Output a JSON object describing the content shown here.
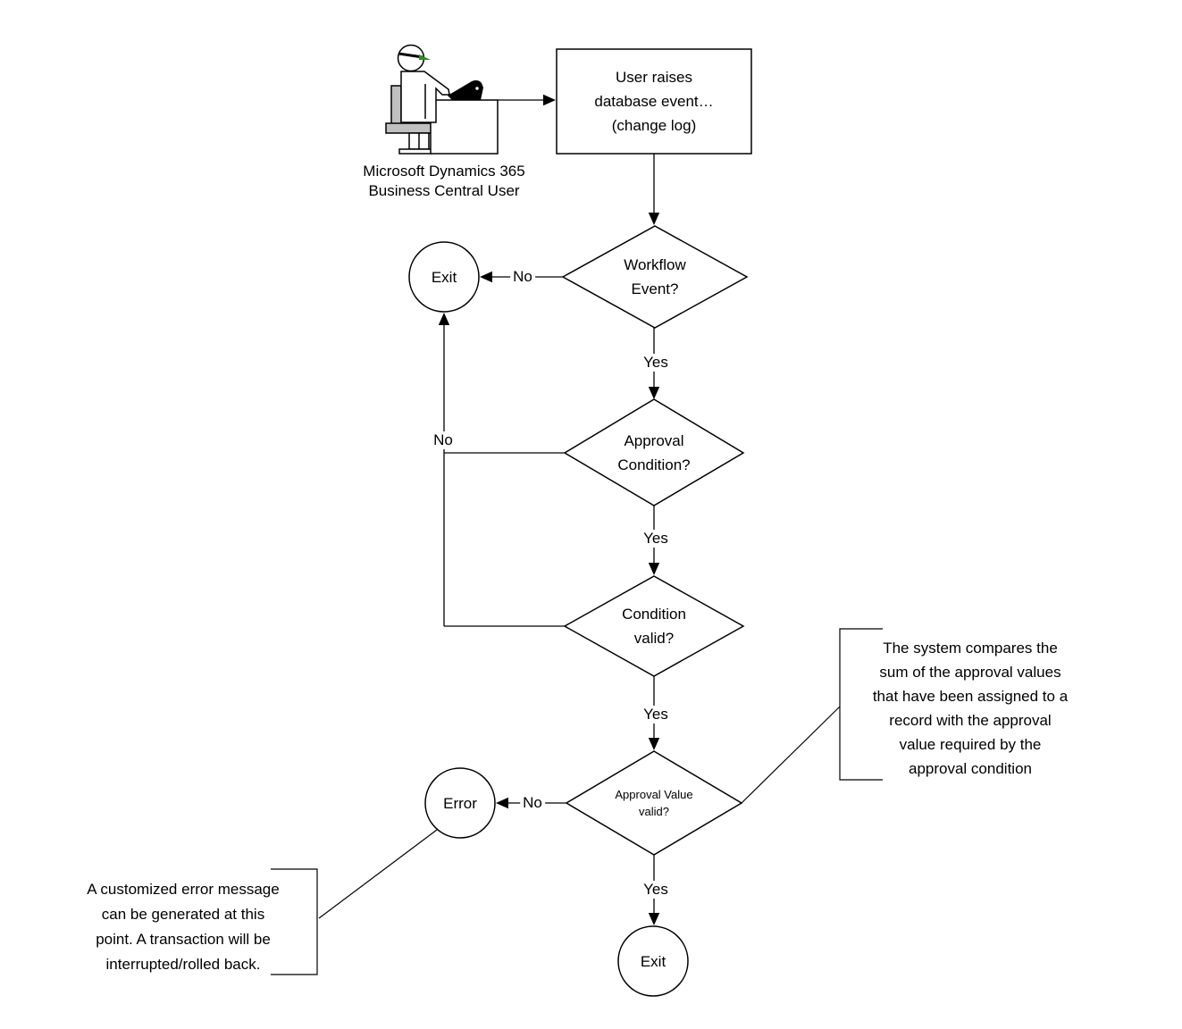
{
  "diagram": {
    "actor": {
      "caption": [
        "Microsoft Dynamics 365",
        "Business Central User"
      ]
    },
    "nodes": {
      "start": {
        "lines": [
          "User raises",
          "database event…",
          "(change log)"
        ]
      },
      "workflow_event": {
        "lines": [
          "Workflow",
          "Event?"
        ]
      },
      "approval_condition": {
        "lines": [
          "Approval",
          "Condition?"
        ]
      },
      "condition_valid": {
        "lines": [
          "Condition",
          "valid?"
        ]
      },
      "approval_value_valid": {
        "lines": [
          "Approval Value",
          "valid?"
        ]
      },
      "exit_top": {
        "label": "Exit"
      },
      "error": {
        "label": "Error"
      },
      "exit_bottom": {
        "label": "Exit"
      }
    },
    "edges": {
      "workflow_no": "No",
      "workflow_yes": "Yes",
      "approval_no": "No",
      "approval_yes": "Yes",
      "condition_yes": "Yes",
      "value_no": "No",
      "value_yes": "Yes"
    },
    "notes": {
      "right": {
        "lines": [
          "The system compares the",
          "sum of the approval values",
          "that have been assigned to a",
          "record with the approval",
          "value required by the",
          "approval condition"
        ]
      },
      "left": {
        "lines": [
          "A customized error message",
          "can be generated at this",
          "point. A transaction will be",
          "interrupted/rolled back."
        ]
      }
    },
    "colors": {
      "line": "#000000",
      "shape_fill": "#ffffff",
      "chair": "#c0c0c0",
      "visor_band": "#000000",
      "visor_brim": "#2e8b20",
      "laptop": "#000000",
      "background": "#ffffff"
    }
  }
}
